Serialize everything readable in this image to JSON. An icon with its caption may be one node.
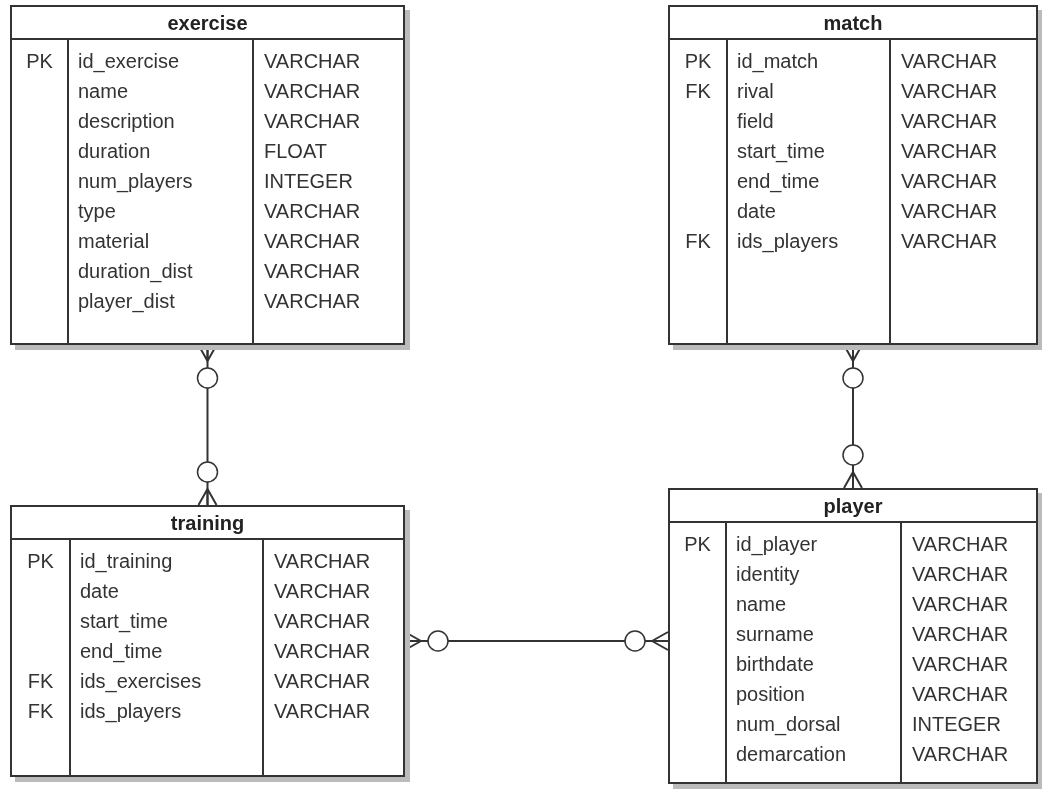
{
  "diagram": {
    "nodes": [
      {
        "text": [
          "exercise"
        ]
      },
      {
        "text": [
          "PK",
          "id_exercise",
          "VARCHAR"
        ],
        "in": 0
      },
      {
        "text": [
          "name",
          "VARCHAR"
        ],
        "in": 0
      },
      {
        "text": [
          "description",
          "VARCHAR"
        ],
        "in": 0
      },
      {
        "text": [
          "duration",
          "FLOAT"
        ],
        "in": 0
      },
      {
        "text": [
          "num_players",
          "INTEGER"
        ],
        "in": 0
      },
      {
        "text": [
          "type",
          "VARCHAR"
        ],
        "in": 0
      },
      {
        "text": [
          "material",
          "VARCHAR"
        ],
        "in": 0
      },
      {
        "text": [
          "duration_dist",
          "VARCHAR"
        ],
        "in": 0
      },
      {
        "text": [
          "player_dist",
          "VARCHAR"
        ],
        "in": 0
      },
      {
        "text": [
          "match"
        ]
      },
      {
        "text": [
          "PK",
          "id_match",
          "VARCHAR"
        ],
        "in": 10
      },
      {
        "text": [
          "FK",
          "rival",
          "VARCHAR"
        ],
        "in": 10
      },
      {
        "text": [
          "field",
          "VARCHAR"
        ],
        "in": 10
      },
      {
        "text": [
          "start_time",
          "VARCHAR"
        ],
        "in": 10
      },
      {
        "text": [
          "end_time",
          "VARCHAR"
        ],
        "in": 10
      },
      {
        "text": [
          "date",
          "VARCHAR"
        ],
        "in": 10
      },
      {
        "text": [
          "FK",
          "ids_players",
          "VARCHAR"
        ],
        "in": 10
      },
      {
        "text": [
          "training"
        ]
      },
      {
        "text": [
          "PK",
          "id_training",
          "VARCHAR"
        ],
        "in": 18
      },
      {
        "text": [
          "date",
          "VARCHAR"
        ],
        "in": 18
      },
      {
        "text": [
          "start_time",
          "VARCHAR"
        ],
        "in": 18
      },
      {
        "text": [
          "end_time",
          "VARCHAR"
        ],
        "in": 18
      },
      {
        "text": [
          "FK",
          "ids_exercises",
          "VARCHAR"
        ],
        "in": 18
      },
      {
        "text": [
          "FK",
          "ids_players",
          "VARCHAR"
        ],
        "in": 18
      },
      {
        "text": [
          "player"
        ]
      },
      {
        "text": [
          "PK",
          "id_player",
          "VARCHAR"
        ],
        "in": 25
      },
      {
        "text": [
          "identity",
          "VARCHAR"
        ],
        "in": 25
      },
      {
        "text": [
          "name",
          "VARCHAR"
        ],
        "in": 25
      },
      {
        "text": [
          "surname",
          "VARCHAR"
        ],
        "in": 25
      },
      {
        "text": [
          "birthdate",
          "VARCHAR"
        ],
        "in": 25
      },
      {
        "text": [
          "position",
          "VARCHAR"
        ],
        "in": 25
      },
      {
        "text": [
          "num_dorsal",
          "INTEGER"
        ],
        "in": 25
      },
      {
        "text": [
          "demarcation",
          "VARCHAR"
        ],
        "in": 25
      }
    ],
    "edges": [
      {
        "from": 0,
        "to": 18,
        "arrow": "other"
      },
      {
        "from": 10,
        "to": 25,
        "arrow": "other"
      },
      {
        "from": 18,
        "to": 25,
        "arrow": "other"
      }
    ]
  }
}
